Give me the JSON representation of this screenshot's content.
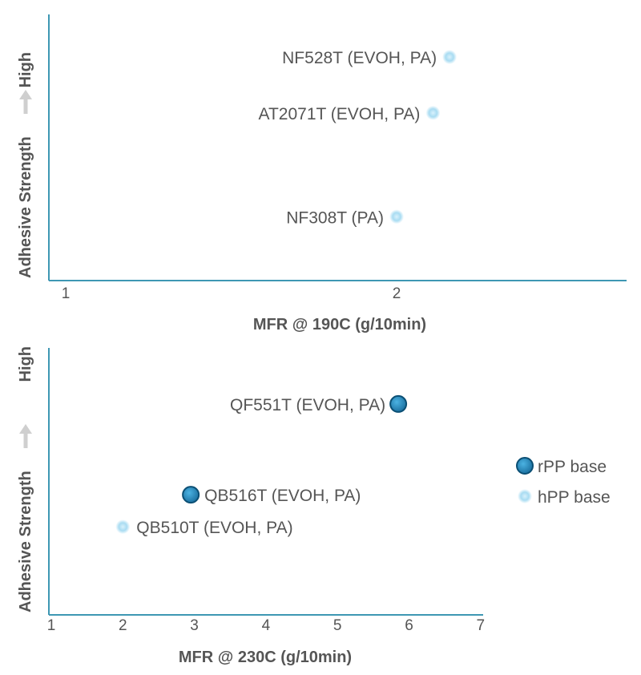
{
  "chart_data": [
    {
      "type": "scatter",
      "xlabel": "MFR @ 190C (g/10min)",
      "ylabel": "Adhesive Strength",
      "ylabel_high": "High",
      "xlim": [
        0.95,
        2.7
      ],
      "ylim": [
        0,
        10
      ],
      "x_ticks": [
        1,
        2
      ],
      "x_tick_labels": [
        "1",
        "2"
      ],
      "grid": false,
      "points": [
        {
          "label": "NF528T (EVOH, PA)",
          "x": 2.16,
          "y": 8.4,
          "series": "hPP base"
        },
        {
          "label": "AT2071T (EVOH, PA)",
          "x": 2.11,
          "y": 6.3,
          "series": "hPP base"
        },
        {
          "label": "NF308T (PA)",
          "x": 2.0,
          "y": 2.4,
          "series": "hPP base"
        }
      ]
    },
    {
      "type": "scatter",
      "xlabel": "MFR @ 230C (g/10min)",
      "ylabel": "Adhesive Strength",
      "ylabel_high": "High",
      "xlim": [
        1,
        7
      ],
      "ylim": [
        0,
        10
      ],
      "x_ticks": [
        1,
        2,
        3,
        4,
        5,
        6,
        7
      ],
      "x_tick_labels": [
        "1",
        "2",
        "3",
        "4",
        "5",
        "6",
        "7"
      ],
      "grid": false,
      "points": [
        {
          "label": "QF551T (EVOH, PA)",
          "x": 5.85,
          "y": 7.9,
          "series": "rPP base"
        },
        {
          "label": "QB516T (EVOH, PA)",
          "x": 2.95,
          "y": 4.5,
          "series": "rPP base"
        },
        {
          "label": "QB510T (EVOH, PA)",
          "x": 2.0,
          "y": 3.3,
          "series": "hPP base"
        }
      ]
    }
  ],
  "legend": {
    "placement": "right",
    "items": [
      {
        "name": "rPP base",
        "style": "rpp"
      },
      {
        "name": "hPP base",
        "style": "hpp"
      }
    ]
  },
  "colors": {
    "axis": "#3e97b3",
    "text": "#555555",
    "arrow": "#cfcfcf",
    "rpp_fill": "#1f7fb6",
    "rpp_edge": "#0b4f74",
    "hpp_fill": "#a9dcf2"
  }
}
